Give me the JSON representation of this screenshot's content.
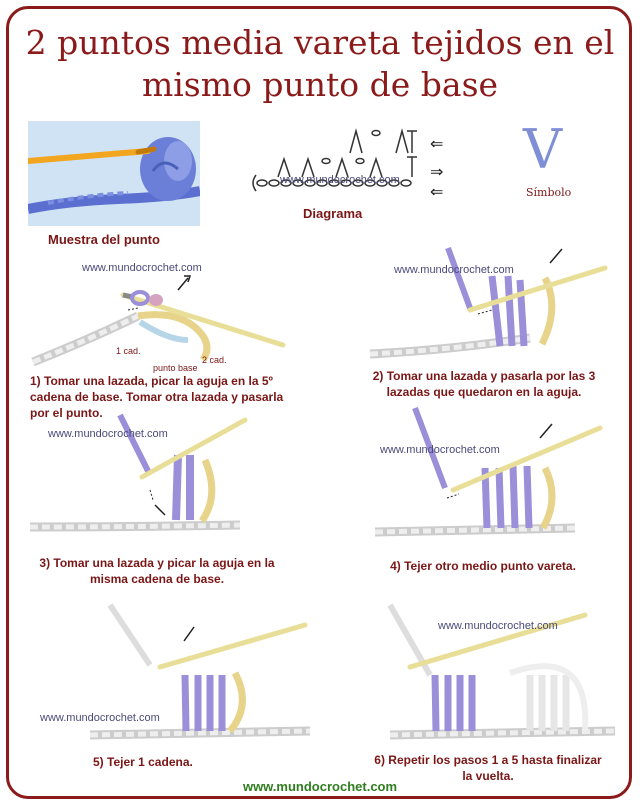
{
  "title": {
    "line1": "2 puntos media vareta tejidos en el",
    "line2": "mismo punto de base"
  },
  "header": {
    "sample_caption": "Muestra del punto",
    "diagram_caption": "Diagrama",
    "diagram_watermark": "www.mundocrochet.com",
    "symbol_glyph": "V",
    "symbol_caption": "Símbolo"
  },
  "watermark": "www.mundocrochet.com",
  "steps": [
    {
      "text": "1) Tomar una lazada, picar la aguja en la 5º cadena de base. Tomar otra lazada y pasarla por el punto.",
      "labels": [
        "1 cad.",
        "punto base",
        "2 cad."
      ]
    },
    {
      "text": "2) Tomar una lazada y pasarla por las 3 lazadas que quedaron en la aguja."
    },
    {
      "text": "3) Tomar una lazada y picar la aguja en la misma cadena de base."
    },
    {
      "text": "4) Tejer otro medio punto vareta."
    },
    {
      "text": "5) Tejer 1 cadena."
    },
    {
      "text": "6) Repetir los pasos 1 a 5 hasta finalizar la vuelta."
    }
  ],
  "footer_url": "www.mundocrochet.com",
  "colors": {
    "accent": "#8b1a1a",
    "yarn": "#9a8fd8",
    "url_green": "#2e7d1e"
  }
}
